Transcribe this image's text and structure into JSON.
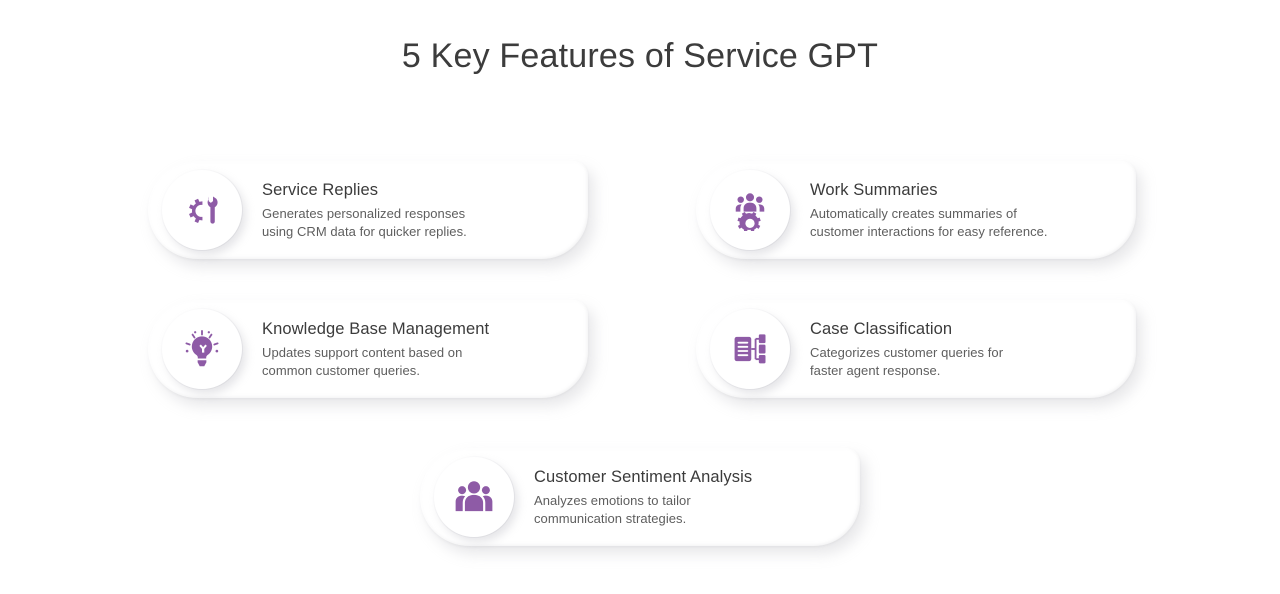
{
  "page": {
    "title": "5 Key Features of Service GPT",
    "background_color": "#ffffff",
    "accent_color": "#8e5ba6",
    "title_color": "#3c3c3c",
    "card_title_color": "#3b3b3b",
    "card_desc_color": "#5e5e5e"
  },
  "features": [
    {
      "icon": "gear-wrench-icon",
      "title": "Service Replies",
      "description": "Generates personalized responses\nusing CRM data for quicker replies."
    },
    {
      "icon": "people-gear-icon",
      "title": "Work Summaries",
      "description": "Automatically creates summaries of\ncustomer interactions for easy reference."
    },
    {
      "icon": "lightbulb-idea-icon",
      "title": "Knowledge Base Management",
      "description": "Updates support content based on\ncommon customer queries."
    },
    {
      "icon": "document-hierarchy-icon",
      "title": "Case Classification",
      "description": "Categorizes customer queries for\nfaster agent response."
    },
    {
      "icon": "people-group-icon",
      "title": "Customer Sentiment Analysis",
      "description": "Analyzes emotions to tailor\ncommunication strategies."
    }
  ]
}
